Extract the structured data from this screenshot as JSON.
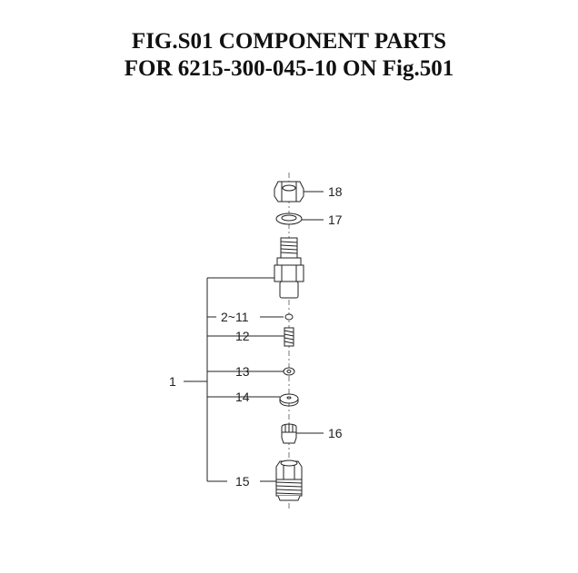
{
  "title": {
    "line1": "FIG.S01  COMPONENT PARTS",
    "line2": "FOR 6215-300-045-10 ON Fig.501"
  },
  "callouts": {
    "c1": "1",
    "c2_11": "2~11",
    "c12": "12",
    "c13": "13",
    "c14": "14",
    "c15": "15",
    "c16": "16",
    "c17": "17",
    "c18": "18"
  }
}
